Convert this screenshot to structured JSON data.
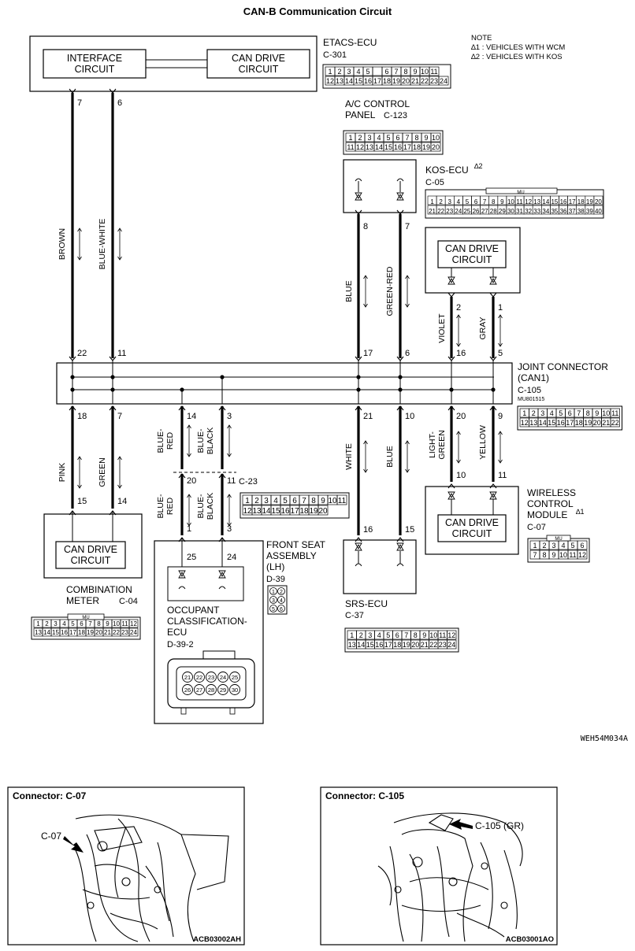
{
  "title": "CAN-B Communication Circuit",
  "note": {
    "heading": "NOTE",
    "lines": [
      "∆1 : VEHICLES WITH WCM",
      "∆2 : VEHICLES WITH KOS"
    ]
  },
  "etacs": {
    "name": "ETACS-ECU",
    "code": "C-301",
    "interface": [
      "INTERFACE",
      "CIRCUIT"
    ],
    "can_drive": [
      "CAN DRIVE",
      "CIRCUIT"
    ],
    "pins": [
      "7",
      "6"
    ],
    "conn_row1": [
      "1",
      "2",
      "3",
      "4",
      "5",
      "",
      "6",
      "7",
      "8",
      "9",
      "10",
      "11"
    ],
    "conn_row2": [
      "12",
      "13",
      "14",
      "15",
      "16",
      "17",
      "18",
      "19",
      "20",
      "21",
      "22",
      "23",
      "24"
    ]
  },
  "ac": {
    "name": [
      "A/C CONTROL",
      "PANEL"
    ],
    "code": "C-123",
    "pins": [
      "8",
      "7"
    ],
    "conn_row1": [
      "1",
      "2",
      "3",
      "4",
      "5",
      "6",
      "7",
      "8",
      "9",
      "10"
    ],
    "conn_row2": [
      "11",
      "12",
      "13",
      "14",
      "15",
      "16",
      "17",
      "18",
      "19",
      "20"
    ]
  },
  "kos": {
    "name": "KOS-ECU",
    "mark": "∆2",
    "code": "C-05",
    "conn_tag": "MU",
    "can_drive": [
      "CAN DRIVE",
      "CIRCUIT"
    ],
    "pins": [
      "2",
      "1"
    ]
  },
  "joint": {
    "name": [
      "JOINT CONNECTOR",
      "(CAN1)"
    ],
    "code": "C-105",
    "part": "MU801515",
    "top_pins": [
      "22",
      "11",
      "17",
      "6",
      "16",
      "5"
    ],
    "bottom_pins": [
      "18",
      "7",
      "14",
      "3",
      "21",
      "10",
      "20",
      "9"
    ],
    "conn_row1": [
      "1",
      "2",
      "3",
      "4",
      "5",
      "6",
      "7",
      "8",
      "9",
      "10",
      "11"
    ],
    "conn_row2": [
      "12",
      "13",
      "14",
      "15",
      "16",
      "17",
      "18",
      "19",
      "20",
      "21",
      "22"
    ]
  },
  "wires": {
    "brown": "BROWN",
    "blue_white": "BLUE-WHITE",
    "blue": "BLUE",
    "green_red": "GREEN-RED",
    "violet": "VIOLET",
    "gray": "GRAY",
    "pink": "PINK",
    "green": "GREEN",
    "blue_red_a": "BLUE-",
    "blue_red_b": "RED",
    "blue_black_a": "BLUE-",
    "blue_black_b": "BLACK",
    "white": "WHITE",
    "blue2": "BLUE",
    "light_green_a": "LIGHT-",
    "light_green_b": "GREEN",
    "yellow": "YELLOW"
  },
  "meter": {
    "name": [
      "COMBINATION",
      "METER"
    ],
    "code": "C-04",
    "conn_tag": "MU",
    "pins": [
      "15",
      "14"
    ],
    "can_drive": [
      "CAN DRIVE",
      "CIRCUIT"
    ],
    "conn_row1": [
      "1",
      "2",
      "3",
      "4",
      "5",
      "6",
      "7",
      "8",
      "9",
      "10",
      "11",
      "12"
    ],
    "conn_row2": [
      "13",
      "14",
      "15",
      "16",
      "17",
      "18",
      "19",
      "20",
      "21",
      "22",
      "23",
      "24"
    ]
  },
  "c23": {
    "code": "C-23",
    "pins_top": [
      "20",
      "11"
    ],
    "pins_bottom": [
      "1",
      "3"
    ],
    "conn_row1": [
      "1",
      "2",
      "3",
      "4",
      "5",
      "6",
      "7",
      "8",
      "9",
      "10",
      "11"
    ],
    "conn_row2": [
      "12",
      "13",
      "14",
      "15",
      "16",
      "17",
      "18",
      "19",
      "20"
    ]
  },
  "seat": {
    "name": [
      "FRONT SEAT",
      "ASSEMBLY",
      "(LH)"
    ],
    "code": "D-39",
    "pins": [
      "25",
      "24"
    ],
    "small_conn": [
      "1",
      "2",
      "3",
      "4",
      "5",
      "6"
    ]
  },
  "occupant": {
    "name": [
      "OCCUPANT",
      "CLASSIFICATION-",
      "ECU"
    ],
    "code": "D-39-2",
    "conn_row1": [
      "21",
      "22",
      "23",
      "24",
      "25"
    ],
    "conn_row2": [
      "26",
      "27",
      "28",
      "29",
      "30"
    ]
  },
  "srs": {
    "name": "SRS-ECU",
    "code": "C-37",
    "pins": [
      "16",
      "15"
    ],
    "conn_row1": [
      "1",
      "2",
      "3",
      "4",
      "5",
      "6",
      "7",
      "8",
      "9",
      "10",
      "11",
      "12"
    ],
    "conn_row2": [
      "13",
      "14",
      "15",
      "16",
      "17",
      "18",
      "19",
      "20",
      "21",
      "22",
      "23",
      "24"
    ]
  },
  "wcm": {
    "name": [
      "WIRELESS",
      "CONTROL",
      "MODULE"
    ],
    "mark": "∆1",
    "code": "C-07",
    "conn_tag": "MU",
    "pins": [
      "10",
      "11"
    ],
    "can_drive": [
      "CAN DRIVE",
      "CIRCUIT"
    ],
    "conn_row1": [
      "1",
      "2",
      "3",
      "4",
      "5",
      "6"
    ],
    "conn_row2": [
      "7",
      "8",
      "9",
      "10",
      "11",
      "12"
    ]
  },
  "diagram_code": "WEH54M034A",
  "photo_left": {
    "title": "Connector: C-07",
    "callout": "C-07",
    "code": "ACB03002AH"
  },
  "photo_right": {
    "title": "Connector: C-105",
    "callout": "C-105 (GR)",
    "code": "ACB03001AO"
  }
}
